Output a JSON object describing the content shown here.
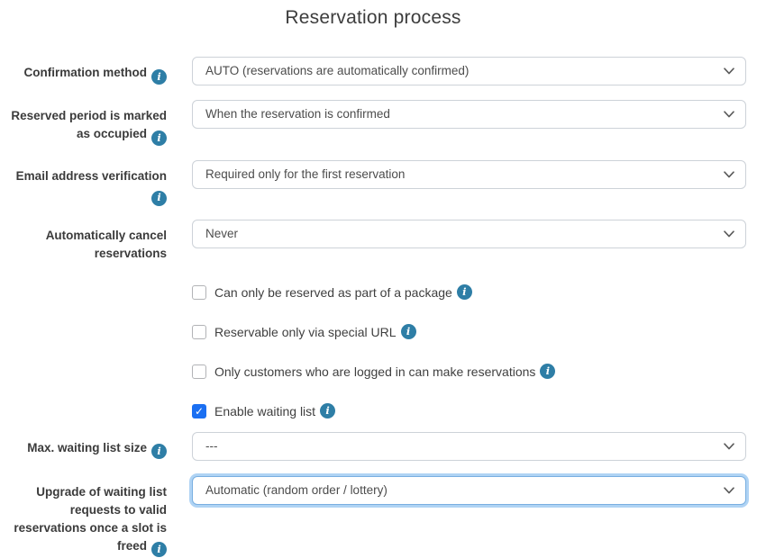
{
  "title": "Reservation process",
  "fields": {
    "confirmation_method": {
      "label": "Confirmation method",
      "value": "AUTO (reservations are automatically confirmed)"
    },
    "occupied_period": {
      "label": "Reserved period is marked as occupied",
      "value": "When the reservation is confirmed"
    },
    "email_verification": {
      "label": "Email address verification",
      "value": "Required only for the first reservation"
    },
    "auto_cancel": {
      "label": "Automatically cancel reservations",
      "value": "Never"
    },
    "max_waiting_list": {
      "label": "Max. waiting list size",
      "value": "---"
    },
    "waiting_list_upgrade": {
      "label": "Upgrade of waiting list requests to valid reservations once a slot is freed",
      "value": "Automatic (random order / lottery)"
    }
  },
  "checkboxes": {
    "package_only": {
      "label": "Can only be reserved as part of a package",
      "checked": false
    },
    "special_url": {
      "label": "Reservable only via special URL",
      "checked": false
    },
    "logged_in_only": {
      "label": "Only customers who are logged in can make reservations",
      "checked": false
    },
    "waiting_list": {
      "label": "Enable waiting list",
      "checked": true
    }
  },
  "icons": {
    "info": "i",
    "checkmark": "✓"
  },
  "colors": {
    "info_icon": "#2e7ea6",
    "checkbox_checked": "#1a6ff2",
    "select_border": "#cdd2d8",
    "focus_ring": "#6eafeb",
    "text": "#3b3b3b"
  }
}
